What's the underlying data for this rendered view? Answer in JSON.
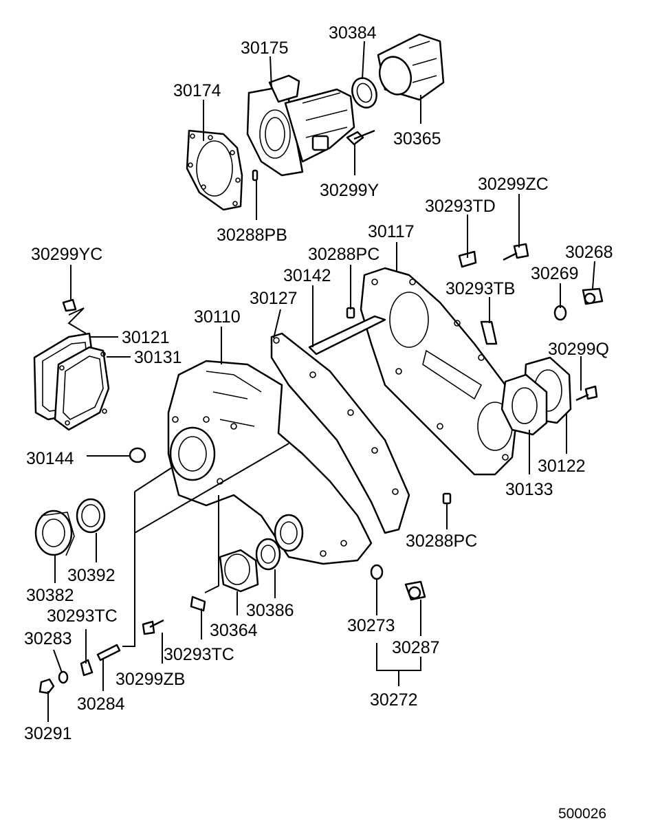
{
  "diagram_code": "500026",
  "labels": {
    "l30384": "30384",
    "l30175": "30175",
    "l30174": "30174",
    "l30365": "30365",
    "l30299Y": "30299Y",
    "l30288PB": "30288PB",
    "l30299ZC": "30299ZC",
    "l30293TD": "30293TD",
    "l30117": "30117",
    "l30288PC_top": "30288PC",
    "l30299YC": "30299YC",
    "l30268": "30268",
    "l30142": "30142",
    "l30269": "30269",
    "l30127": "30127",
    "l30293TB": "30293TB",
    "l30110": "30110",
    "l30121": "30121",
    "l30131": "30131",
    "l30299Q": "30299Q",
    "l30144": "30144",
    "l30122": "30122",
    "l30133": "30133",
    "l30288PC_bottom": "30288PC",
    "l30392": "30392",
    "l30382": "30382",
    "l30386": "30386",
    "l30293TC_left": "30293TC",
    "l30364": "30364",
    "l30273": "30273",
    "l30283": "30283",
    "l30293TC_mid": "30293TC",
    "l30287": "30287",
    "l30299ZB": "30299ZB",
    "l30284": "30284",
    "l30272": "30272",
    "l30291": "30291"
  }
}
